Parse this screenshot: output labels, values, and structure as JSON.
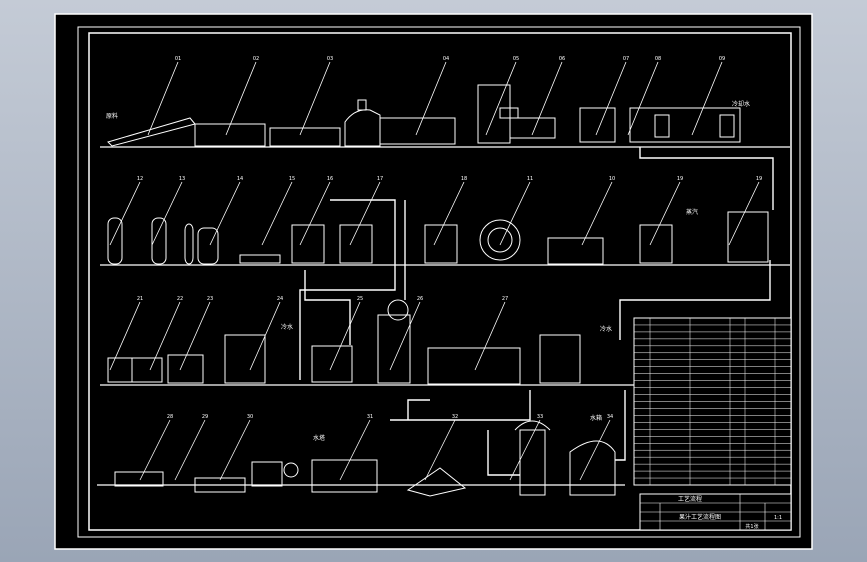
{
  "app": {
    "title": "",
    "background_gradient": [
      "#c4cbd6",
      "#9aa5b6"
    ]
  },
  "drawing": {
    "background": "#000000",
    "line_color": "#ffffff",
    "frame_color": "#ffffff",
    "leader_numbers": {
      "row1": [
        "01",
        "02",
        "03",
        "04",
        "05",
        "06",
        "07",
        "08",
        "09"
      ],
      "row2": [
        "12",
        "13",
        "14",
        "15",
        "16",
        "17",
        "18",
        "11",
        "10",
        "19",
        "19"
      ],
      "row3": [
        "21",
        "22",
        "23",
        "24",
        "25",
        "26",
        "27"
      ],
      "row4": [
        "28",
        "29",
        "30",
        "31",
        "32",
        "33",
        "34"
      ]
    },
    "annotations": {
      "material_in": "原料",
      "water_out": "冷却水",
      "steam_in": "蒸汽",
      "water_in_1": "冷水",
      "water_in_2": "冷水",
      "water_tank": "水塔",
      "tank_top": "水箱"
    },
    "title_block": {
      "title": "工艺流程",
      "drawing_name": "果汁工艺流程图",
      "scale": "1:1",
      "sheet": "共1张"
    },
    "bom_rows": 24
  }
}
